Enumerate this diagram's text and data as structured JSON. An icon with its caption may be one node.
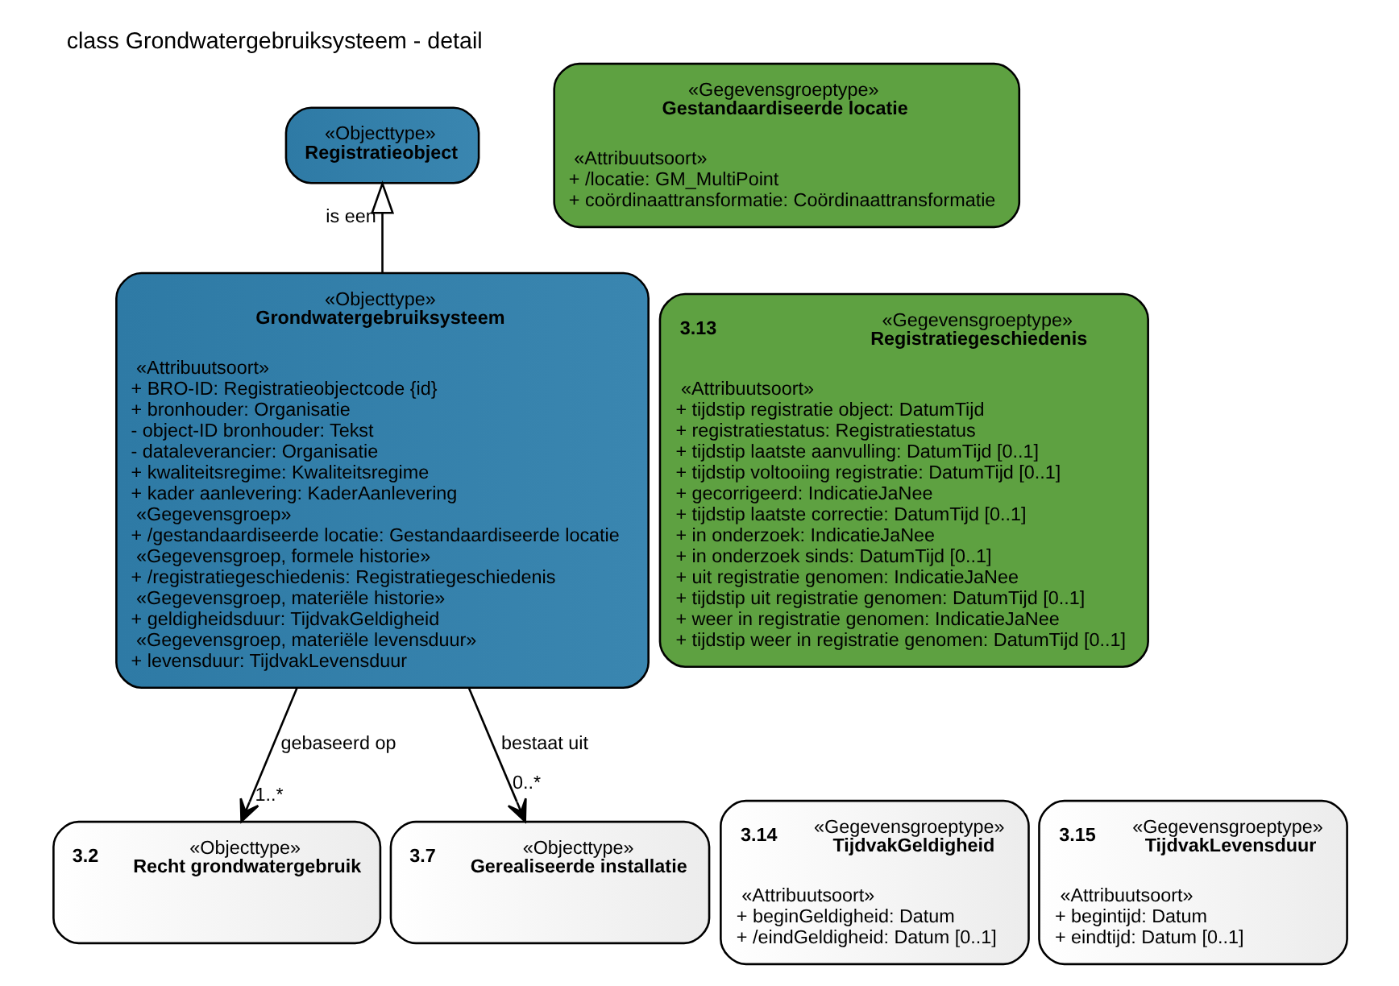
{
  "diagram": {
    "title": "class Grondwatergebruiksysteem - detail",
    "nodes": [
      {
        "text": [
          "«Objecttype»",
          "Registratieobject"
        ]
      },
      {
        "text": [
          "«Gegevensgroeptype»",
          "Gestandaardiseerde locatie",
          "«Attribuutsoort»",
          "+ /locatie: GM_MultiPoint",
          "+ coördinaattransformatie: Coördinaattransformatie"
        ]
      },
      {
        "text": [
          "«Objecttype»",
          "Grondwatergebruiksysteem",
          "«Attribuutsoort»",
          "+ BRO-ID: Registratieobjectcode {id}",
          "+ bronhouder: Organisatie",
          "- object-ID bronhouder: Tekst",
          "- dataleverancier: Organisatie",
          "+ kwaliteitsregime: Kwaliteitsregime",
          "+ kader aanlevering: KaderAanlevering",
          "«Gegevensgroep»",
          "+ /gestandaardiseerde locatie: Gestandaardiseerde locatie",
          "«Gegevensgroep, formele historie»",
          "+ /registratiegeschiedenis: Registratiegeschiedenis",
          "«Gegevensgroep, materiële historie»",
          "+ geldigheidsduur: TijdvakGeldigheid",
          "«Gegevensgroep, materiële levensduur»",
          "+ levensduur: TijdvakLevensduur"
        ]
      },
      {
        "text": [
          "3.13",
          "«Gegevensgroeptype»",
          "Registratiegeschiedenis",
          "«Attribuutsoort»",
          "+ tijdstip registratie object: DatumTijd",
          "+ registratiestatus: Registratiestatus",
          "+ tijdstip laatste aanvulling: DatumTijd [0..1]",
          "+ tijdstip voltooiing registratie: DatumTijd [0..1]",
          "+ gecorrigeerd: IndicatieJaNee",
          "+ tijdstip laatste correctie: DatumTijd [0..1]",
          "+ in onderzoek: IndicatieJaNee",
          "+ in onderzoek sinds: DatumTijd [0..1]",
          "+ uit registratie genomen: IndicatieJaNee",
          "+ tijdstip uit registratie genomen: DatumTijd [0..1]",
          "+ weer in registratie genomen: IndicatieJaNee",
          "+ tijdstip weer in registratie genomen: DatumTijd [0..1]"
        ]
      },
      {
        "text": [
          "3.14",
          "«Gegevensgroeptype»",
          "TijdvakGeldigheid",
          "«Attribuutsoort»",
          "+ beginGeldigheid: Datum",
          "+ /eindGeldigheid: Datum [0..1]"
        ]
      },
      {
        "text": [
          "3.2",
          "«Objecttype»",
          "Recht grondwatergebruik"
        ]
      },
      {
        "text": [
          "3.7",
          "«Objecttype»",
          "Gerealiseerde installatie"
        ]
      },
      {
        "text": [
          "3.15",
          "«Gegevensgroeptype»",
          "TijdvakLevensduur",
          "«Attribuutsoort»",
          "+ begintijd: Datum",
          "+ eindtijd: Datum [0..1]"
        ]
      }
    ],
    "edges": [
      {
        "from": 2,
        "to": 0,
        "arrow": "to",
        "label": "is een"
      },
      {
        "from": 2,
        "to": 5,
        "arrow": "to",
        "label": "gebaseerd op"
      },
      {
        "from": 2,
        "to": 6,
        "arrow": "to",
        "label": "bestaat uit"
      }
    ],
    "labels": [
      "1..*",
      "0..*"
    ]
  }
}
